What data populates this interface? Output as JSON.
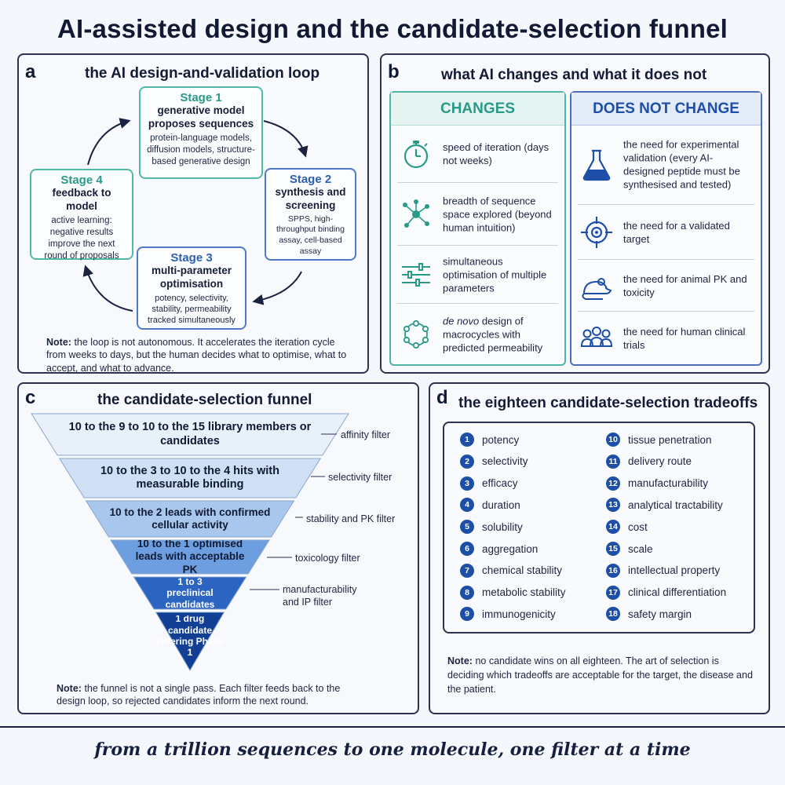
{
  "title": "AI-assisted design and the candidate-selection funnel",
  "tagline": "from a trillion sequences to one molecule, one filter at a time",
  "panel_a": {
    "label": "a",
    "title": "the AI design-and-validation loop",
    "stages": [
      {
        "name": "Stage 1",
        "heading": "generative model proposes sequences",
        "desc": "protein-language models, diffusion models, structure-based generative design"
      },
      {
        "name": "Stage 2",
        "heading": "synthesis and screening",
        "desc": "SPPS, high-throughput binding assay, cell-based assay"
      },
      {
        "name": "Stage 3",
        "heading": "multi-parameter optimisation",
        "desc": "potency, selectivity, stability, permeability tracked simultaneously"
      },
      {
        "name": "Stage 4",
        "heading": "feedback to model",
        "desc": "active learning: negative results improve the next round of proposals"
      }
    ],
    "note_prefix": "Note:",
    "note": "the loop is not autonomous. It accelerates the iteration cycle from weeks to days, but the human decides what to optimise, what to accept, and what to advance."
  },
  "panel_b": {
    "label": "b",
    "title": "what AI changes and what it does not",
    "changes_header": "CHANGES",
    "not_header": "DOES NOT CHANGE",
    "changes": [
      {
        "icon": "stopwatch-icon",
        "text": "speed of iteration (days not weeks)"
      },
      {
        "icon": "network-icon",
        "text": "breadth of sequence space explored (beyond human intuition)"
      },
      {
        "icon": "sliders-icon",
        "text": "simultaneous optimisation of multiple parameters"
      },
      {
        "icon": "macrocycle-icon",
        "text_italic": "de novo",
        "text": " design of macrocycles with predicted permeability"
      }
    ],
    "not_changes": [
      {
        "icon": "flask-icon",
        "text": "the need for experimental validation (every AI-designed peptide must be synthesised and tested)"
      },
      {
        "icon": "target-icon",
        "text": "the need for a validated target"
      },
      {
        "icon": "mouse-icon",
        "text": "the need for animal PK and toxicity"
      },
      {
        "icon": "people-icon",
        "text": "the need for human clinical trials"
      }
    ],
    "colors": {
      "teal": "#2a9a88",
      "blue": "#1e4fa8"
    }
  },
  "panel_c": {
    "label": "c",
    "title": "the candidate-selection funnel",
    "tiers": [
      {
        "text": "10 to the 9 to 10 to the 15 library members or candidates",
        "color": "#e8f0fa",
        "text_color": "#111a33"
      },
      {
        "text": "10 to the 3 to 10 to the 4 hits with measurable binding",
        "color": "#cfe0f4",
        "text_color": "#111a33"
      },
      {
        "text": "10 to the 2 leads with confirmed cellular activity",
        "color": "#a9c7ec",
        "text_color": "#111a33"
      },
      {
        "text": "10 to the 1 optimised leads with acceptable PK",
        "color": "#6d9ee0",
        "text_color": "#111a33"
      },
      {
        "text": "1 to 3 preclinical candidates",
        "color": "#2c64c2",
        "text_color": "#ffffff"
      },
      {
        "text": "1 drug candidate entering Phase 1",
        "color": "#103f93",
        "text_color": "#ffffff"
      }
    ],
    "filters": [
      "affinity filter",
      "selectivity filter",
      "stability and PK filter",
      "toxicology filter",
      "manufacturability and IP filter"
    ],
    "note_prefix": "Note:",
    "note": "the funnel is not a single pass. Each filter feeds back to the design loop, so rejected candidates inform the next round."
  },
  "panel_d": {
    "label": "d",
    "title": "the eighteen candidate-selection tradeoffs",
    "items": [
      {
        "num": "1",
        "text": "potency"
      },
      {
        "num": "2",
        "text": "selectivity"
      },
      {
        "num": "3",
        "text": "efficacy"
      },
      {
        "num": "4",
        "text": "duration"
      },
      {
        "num": "5",
        "text": "solubility"
      },
      {
        "num": "6",
        "text": "aggregation"
      },
      {
        "num": "7",
        "text": "chemical stability"
      },
      {
        "num": "8",
        "text": "metabolic stability"
      },
      {
        "num": "9",
        "text": "immunogenicity"
      },
      {
        "num": "10",
        "text": "tissue penetration"
      },
      {
        "num": "11",
        "text": "delivery route"
      },
      {
        "num": "12",
        "text": "manufacturability"
      },
      {
        "num": "13",
        "text": "analytical tractability"
      },
      {
        "num": "14",
        "text": "cost"
      },
      {
        "num": "15",
        "text": "scale"
      },
      {
        "num": "16",
        "text": "intellectual property"
      },
      {
        "num": "17",
        "text": "clinical differentiation"
      },
      {
        "num": "18",
        "text": "safety margin"
      }
    ],
    "note_prefix": "Note:",
    "note": "no candidate wins on all eighteen. The art of selection is deciding which tradeoffs are acceptable for the target, the disease and the patient."
  }
}
